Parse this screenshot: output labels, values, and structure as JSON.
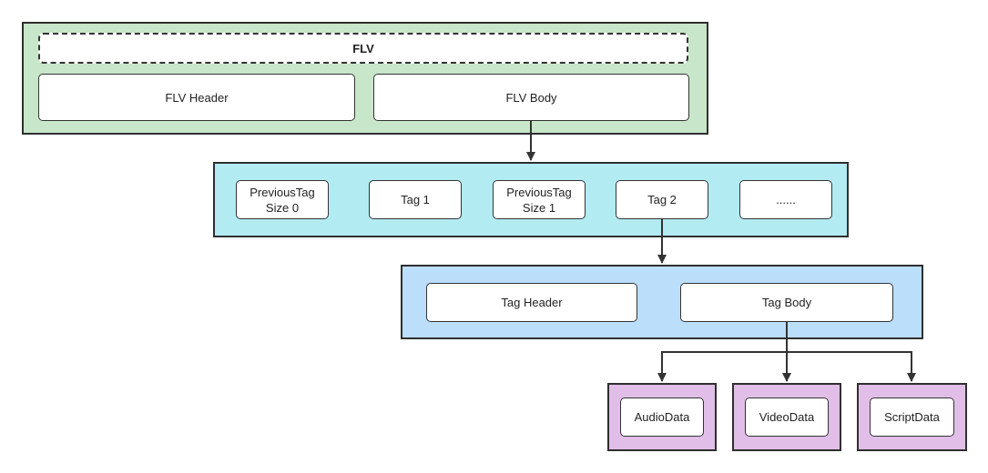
{
  "colors": {
    "flv_panel": "#c8e6c9",
    "body_panel": "#b2ebf2",
    "tag_panel": "#bbdefb",
    "data_panel": "#e1bee7",
    "line": "#333333"
  },
  "flv": {
    "title": "FLV",
    "header": "FLV Header",
    "body": "FLV Body"
  },
  "flv_body": {
    "items": [
      "PreviousTag\nSize 0",
      "Tag 1",
      "PreviousTag\nSize 1",
      "Tag 2",
      "......"
    ]
  },
  "tag": {
    "header": "Tag Header",
    "body": "Tag Body"
  },
  "tag_data": {
    "items": [
      "AudioData",
      "VideoData",
      "ScriptData"
    ]
  }
}
